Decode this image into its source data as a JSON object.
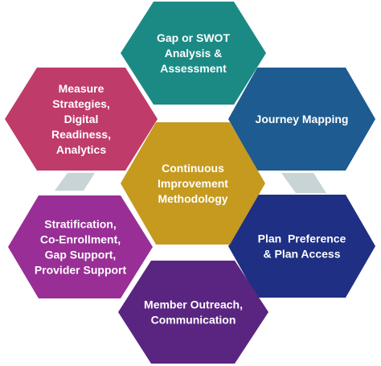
{
  "center": {
    "lines": [
      "Continuous",
      "Improvement",
      "Methodology"
    ],
    "color": "#C59A1F"
  },
  "hexagons": [
    {
      "id": "gap-swot",
      "lines": [
        "Gap or SWOT",
        "Analysis &",
        "Assessment"
      ],
      "color": "#1B8A84"
    },
    {
      "id": "journey-mapping",
      "lines": [
        "Journey Mapping"
      ],
      "color": "#1E5B90"
    },
    {
      "id": "plan-preference",
      "lines": [
        "Plan  Preference",
        "& Plan Access"
      ],
      "color": "#1E2F84"
    },
    {
      "id": "member-outreach",
      "lines": [
        "Member Outreach,",
        "Communication"
      ],
      "color": "#5A2580"
    },
    {
      "id": "stratification",
      "lines": [
        "Stratification,",
        "Co-Enrollment,",
        "Gap Support,",
        "Provider Support"
      ],
      "color": "#992E96"
    },
    {
      "id": "measure-strategies",
      "lines": [
        "Measure",
        "Strategies,",
        "Digital",
        "Readiness,",
        "Analytics"
      ],
      "color": "#BF3B6A"
    }
  ],
  "connector_color": "#C9D4D6"
}
